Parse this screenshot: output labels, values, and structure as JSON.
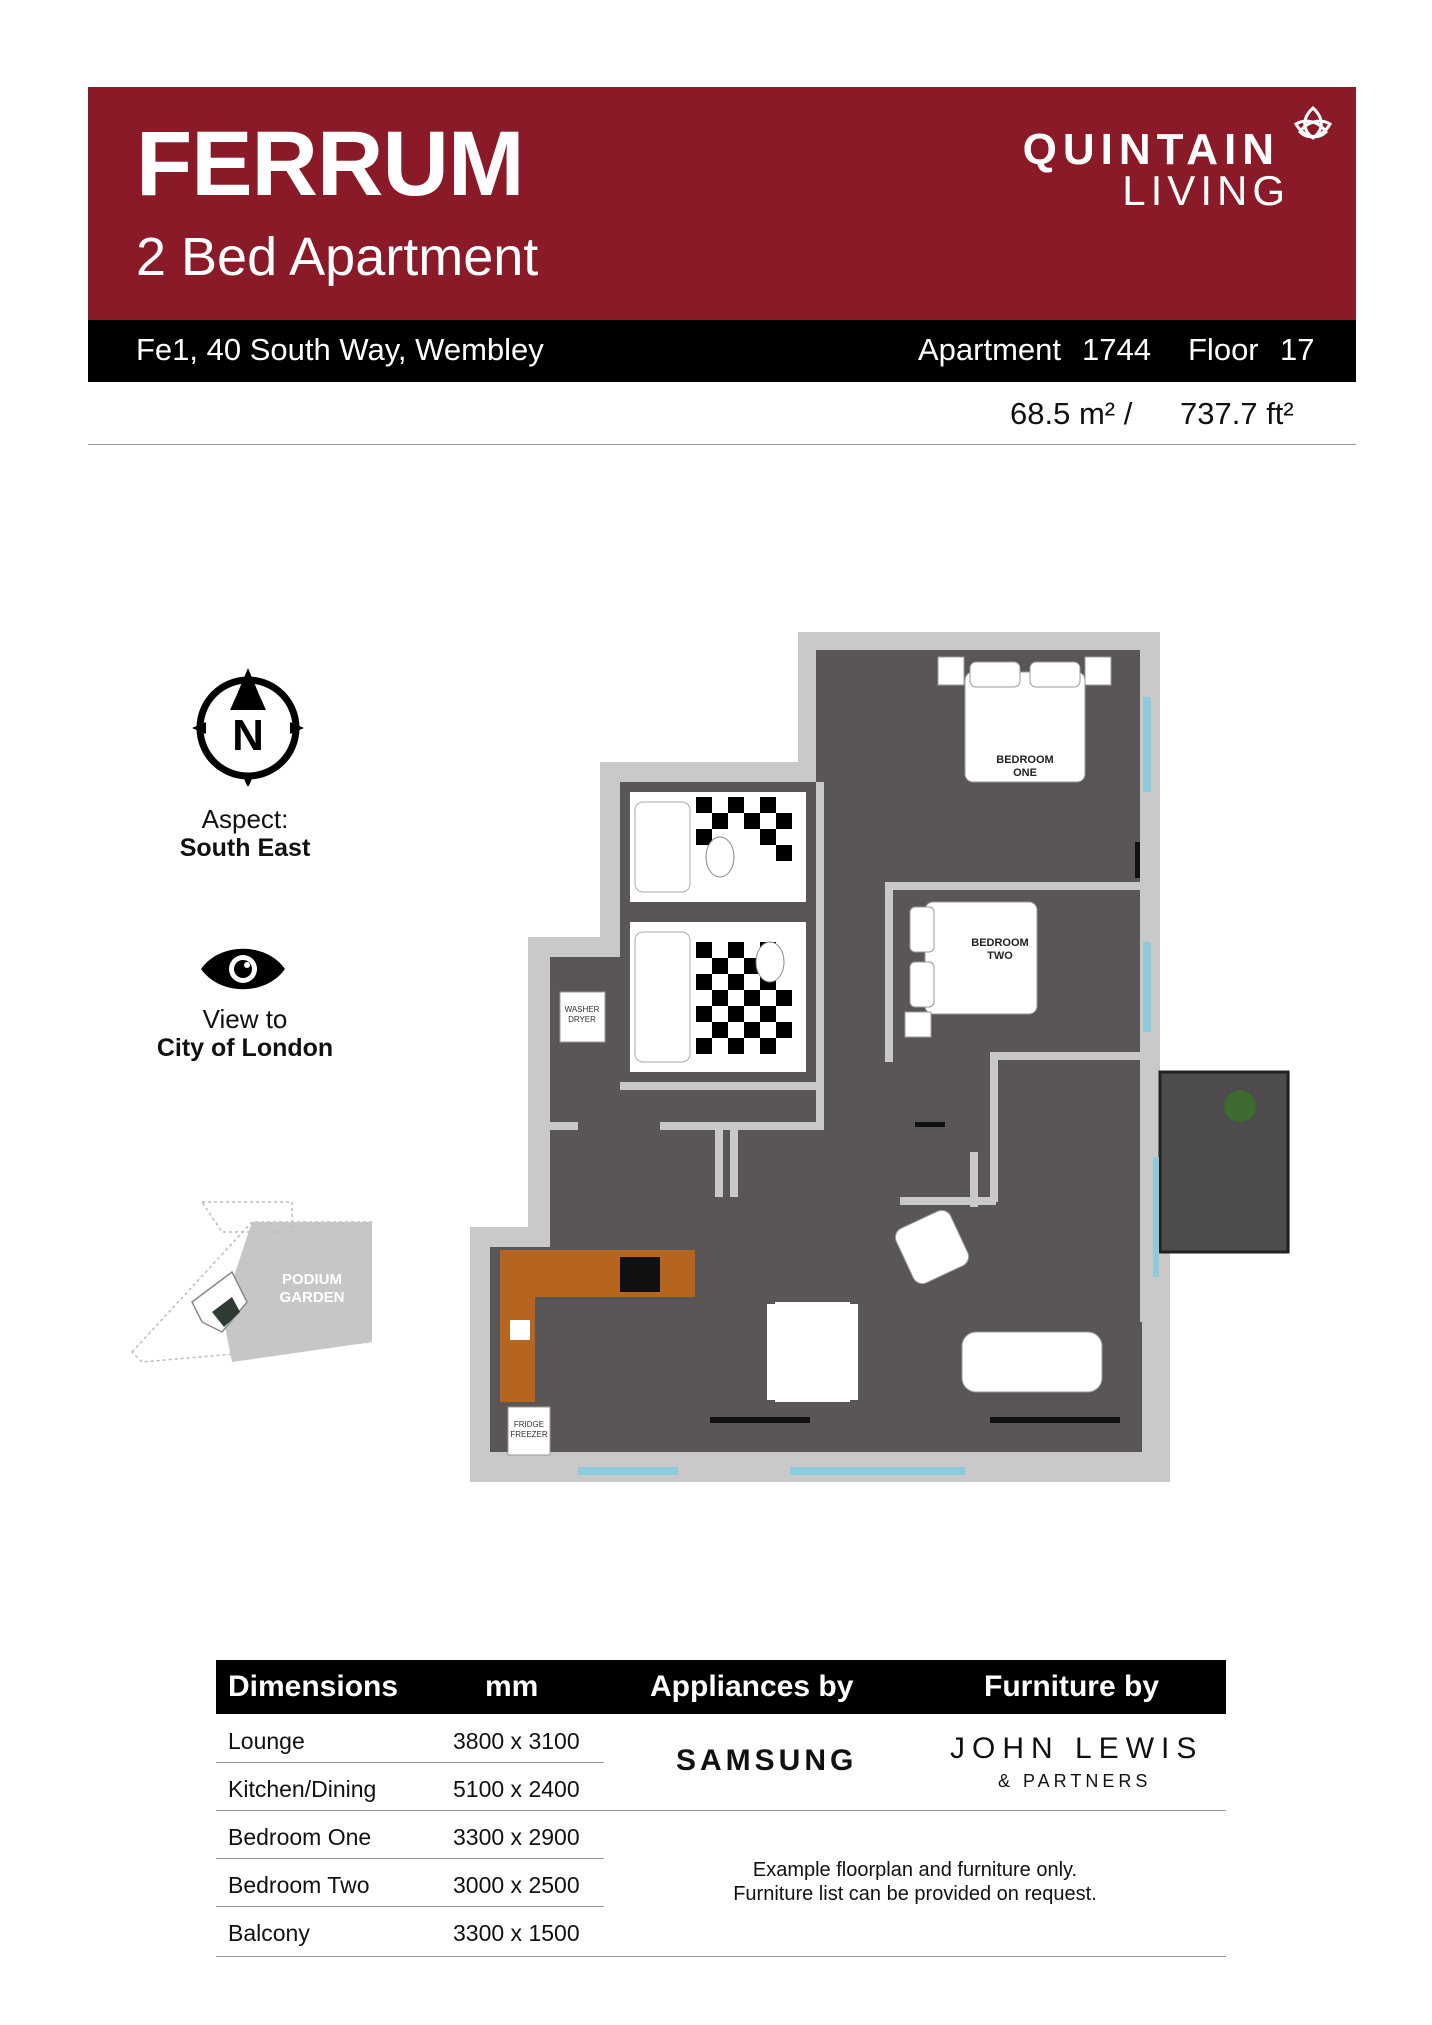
{
  "header": {
    "brand": "FERRUM",
    "subtitle": "2 Bed Apartment",
    "logo_line1": "QUINTAIN",
    "logo_line2": "LIVING",
    "address": "Fe1, 40 South Way, Wembley",
    "apartment_label": "Apartment",
    "apartment_number": "1744",
    "floor_label": "Floor",
    "floor_number": "17",
    "area_m2": "68.5 m² /",
    "area_ft2": "737.7 ft²"
  },
  "info": {
    "aspect_label": "Aspect:",
    "aspect_value": "South East",
    "view_label": "View to",
    "view_value": "City of London",
    "compass_letter": "N"
  },
  "plan": {
    "rooms": {
      "bedroom_one": [
        "BEDROOM",
        "ONE"
      ],
      "bedroom_two": [
        "BEDROOM",
        "TWO"
      ],
      "washer": [
        "WASHER",
        "DRYER"
      ],
      "fridge": [
        "FRIDGE",
        "FREEZER"
      ]
    },
    "site_label": [
      "PODIUM",
      "GARDEN"
    ]
  },
  "table": {
    "headers": [
      "Dimensions",
      "mm",
      "Appliances by",
      "Furniture by"
    ],
    "rows": [
      {
        "room": "Lounge",
        "mm": "3800 x 3100"
      },
      {
        "room": "Kitchen/Dining",
        "mm": "5100 x 2400"
      },
      {
        "room": "Bedroom One",
        "mm": "3300 x 2900"
      },
      {
        "room": "Bedroom Two",
        "mm": "3000 x 2500"
      },
      {
        "room": "Balcony",
        "mm": "3300 x 1500"
      }
    ],
    "appliances": "SAMSUNG",
    "furniture_line1": "JOHN LEWIS",
    "furniture_line2": "& PARTNERS",
    "note_line1": "Example floorplan and furniture only.",
    "note_line2": "Furniture list can be provided on request."
  },
  "colors": {
    "header_red": "#8a1a27",
    "floor_grey": "#5a5656",
    "wall_grey": "#c9c9c9",
    "kitchen_wood": "#b5651d",
    "window_blue": "#8ec9dc"
  }
}
